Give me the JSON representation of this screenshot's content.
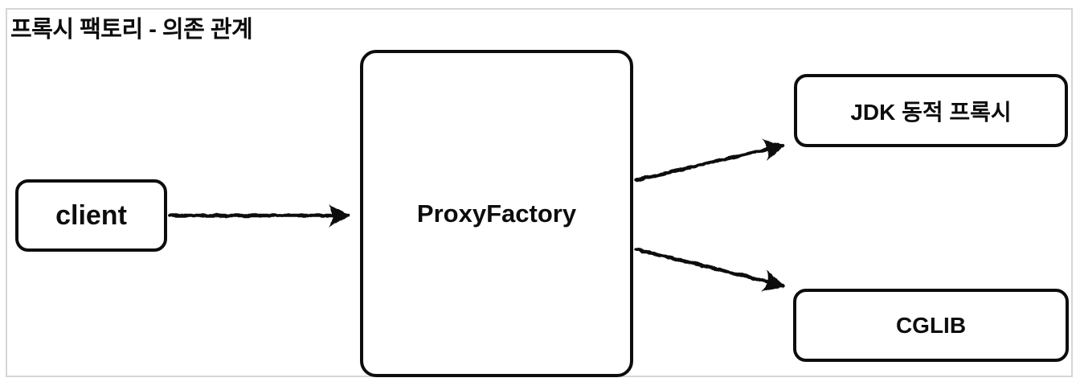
{
  "diagram": {
    "title": "프록시 팩토리 - 의존 관계",
    "nodes": [
      {
        "id": "client",
        "label": "client"
      },
      {
        "id": "proxy-factory",
        "label": "ProxyFactory"
      },
      {
        "id": "jdk-dynamic-proxy",
        "label": "JDK 동적 프록시"
      },
      {
        "id": "cglib",
        "label": "CGLIB"
      }
    ],
    "edges": [
      {
        "from": "client",
        "to": "proxy-factory"
      },
      {
        "from": "proxy-factory",
        "to": "jdk-dynamic-proxy"
      },
      {
        "from": "proxy-factory",
        "to": "cglib"
      }
    ],
    "colors": {
      "node_border": "#0d0d0d",
      "node_fill": "#ffffff",
      "text": "#0d0d0d",
      "arrow": "#0d0d0d",
      "frame_border": "#d6d6d6",
      "background": "#ffffff"
    }
  }
}
